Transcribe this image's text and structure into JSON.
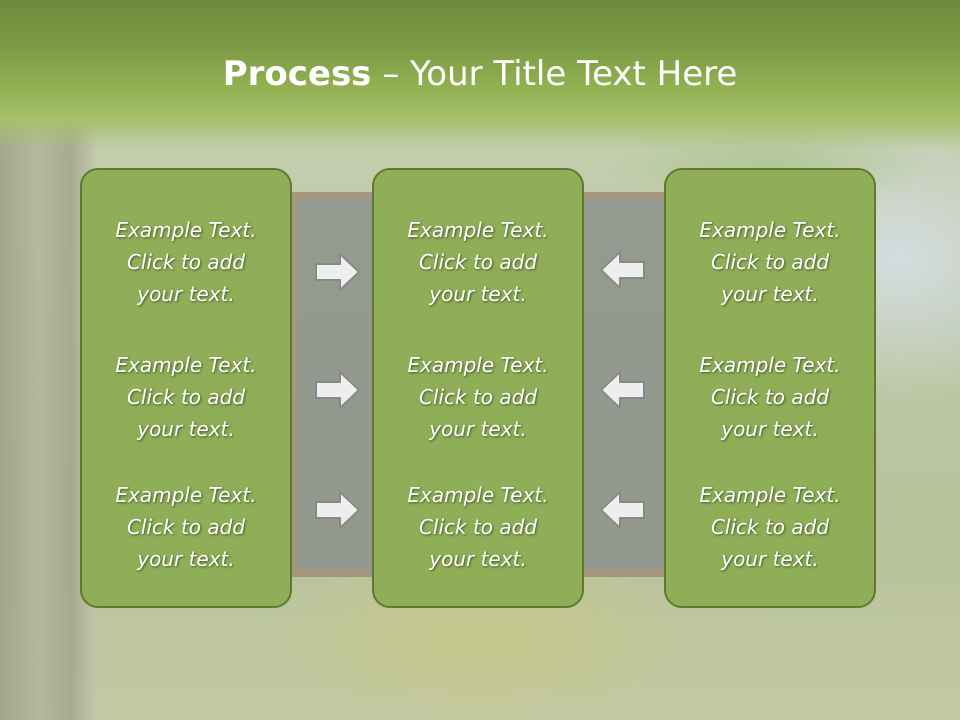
{
  "slide": {
    "title_bold": "Process",
    "title_rest": " – Your Title Text Here"
  },
  "colors": {
    "header": "#7f9e47",
    "panel_fill": "#8fae57",
    "panel_border": "#5f7a30",
    "text": "#ffffff",
    "arrow_fill": "#eeeeee",
    "arrow_stroke": "#888888"
  },
  "columns": [
    {
      "blocks": [
        {
          "line1": "Example Text.",
          "line2": "Click  to add",
          "line3": "your text."
        },
        {
          "line1": "Example Text.",
          "line2": "Click  to add",
          "line3": "your text."
        },
        {
          "line1": "Example Text.",
          "line2": "Click  to add",
          "line3": "your text."
        }
      ]
    },
    {
      "blocks": [
        {
          "line1": "Example Text.",
          "line2": "Click  to add",
          "line3": "your text."
        },
        {
          "line1": "Example Text.",
          "line2": "Click  to add",
          "line3": "your text."
        },
        {
          "line1": "Example Text.",
          "line2": "Click  to add",
          "line3": "your text."
        }
      ]
    },
    {
      "blocks": [
        {
          "line1": "Example Text.",
          "line2": "Click  to add",
          "line3": "your text."
        },
        {
          "line1": "Example Text.",
          "line2": "Click  to add",
          "line3": "your text."
        },
        {
          "line1": "Example Text.",
          "line2": "Click  to add",
          "line3": "your text."
        }
      ]
    }
  ],
  "arrows": {
    "left_group": {
      "icon": "arrow-right-icon",
      "direction": "right"
    },
    "right_group": {
      "icon": "arrow-left-icon",
      "direction": "left"
    }
  }
}
